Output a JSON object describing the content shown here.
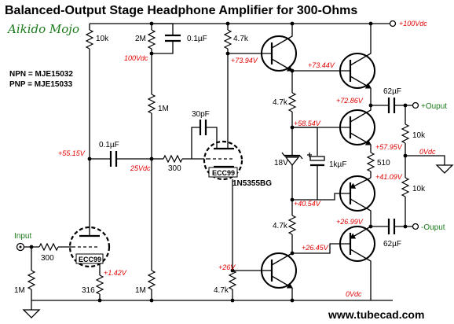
{
  "title": "Balanced-Output Stage Headphone Amplifier for 300-Ohms",
  "brand": "Aikido Mojo",
  "website": "www.tubecad.com",
  "transistor_notes": {
    "npn": "NPN = MJE15032",
    "pnp": "PNP = MJE15033"
  },
  "tube_labels": {
    "input_tube": "ECC99",
    "cathode_follower": "ECC99"
  },
  "component_labels": {
    "r_grid_top": "10k",
    "r_bias_top": "2M",
    "c_bias": "0.1µF",
    "r_plate_load": "4.7k",
    "r_bias_mid": "1M",
    "c_miller": "30pF",
    "c_coupling": "0.1µF",
    "r_grid_stop": "300",
    "r_input_stop": "300",
    "r_input": "1M",
    "r_cathode": "316",
    "r_bias_bottom": "1M",
    "r_cs_bottom": "4.7k",
    "r_npn_base": "4.7k",
    "zener_v": "18V",
    "zener_part": "1N5355BG",
    "c_bypass": "1kµF",
    "r_emitter": "510",
    "r_pnp_base": "4.7k",
    "c_out_top": "62µF",
    "c_out_bottom": "62µF",
    "r_split_top": "10k",
    "r_split_bottom": "10k"
  },
  "io_labels": {
    "input": "Input",
    "out_plus": "+Ouput",
    "out_minus": "-Ouput"
  },
  "voltages": {
    "supply": "+100Vdc",
    "v_bias_node": "100Vdc",
    "v_q1_emitter": "+73.94V",
    "v_q2_emitter": "+73.44V",
    "v_out_top": "+72.86V",
    "v_zener_top": "+58.54V",
    "v_q4_emitter": "+57.95V",
    "v_q5_emitter": "+41.09V",
    "v_zener_bottom": "+40.54V",
    "v_out_bottom": "+26.99V",
    "v_q6_emitter": "+26.45V",
    "v_q6_base": "+26V",
    "v_grid_mid": "55.15V",
    "v_grid_mid_sign": "+",
    "v_center": "25Vdc",
    "v_cathode": "+1.42V",
    "v_ground": "0Vdc",
    "v_output_center": "0Vdc"
  }
}
